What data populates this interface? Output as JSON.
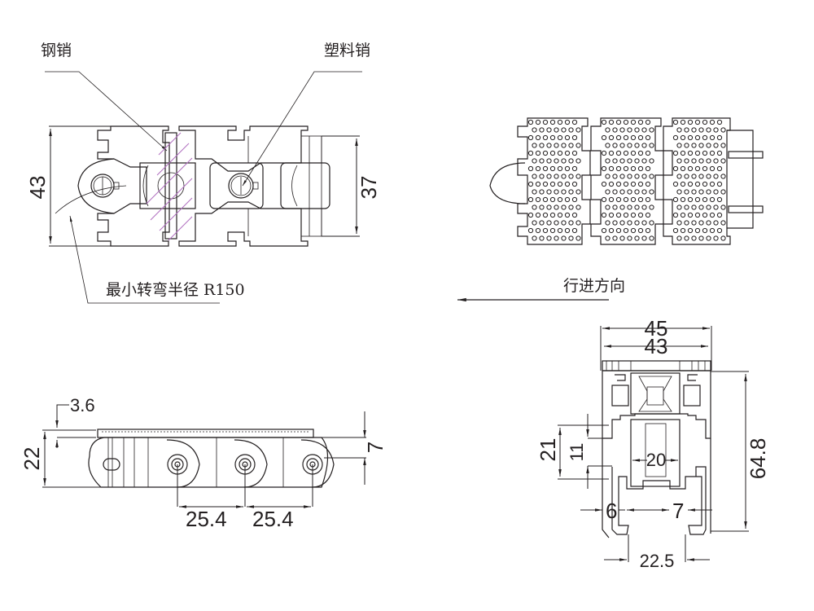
{
  "labels": {
    "steel_pin": "钢销",
    "plastic_pin": "塑料销",
    "min_turn_radius": "最小转弯半径 R150",
    "travel_direction": "行进方向"
  },
  "top_view": {
    "dim_width_outer": "43",
    "dim_width_inner": "37"
  },
  "side_view": {
    "dim_top_thickness": "3.6",
    "dim_height": "22",
    "dim_pin_offset": "7",
    "dim_pitch_1": "25.4",
    "dim_pitch_2": "25.4"
  },
  "end_view": {
    "dim_overall_width": "45",
    "dim_top_width": "43",
    "dim_overall_height": "64.8",
    "dim_guide_21": "21",
    "dim_guide_11": "11",
    "dim_center_20": "20",
    "dim_left_6": "6",
    "dim_right_7": "7",
    "dim_bottom_22_5": "22.5"
  },
  "colors": {
    "line": "#231f20",
    "hatch": "#b06ec0"
  }
}
